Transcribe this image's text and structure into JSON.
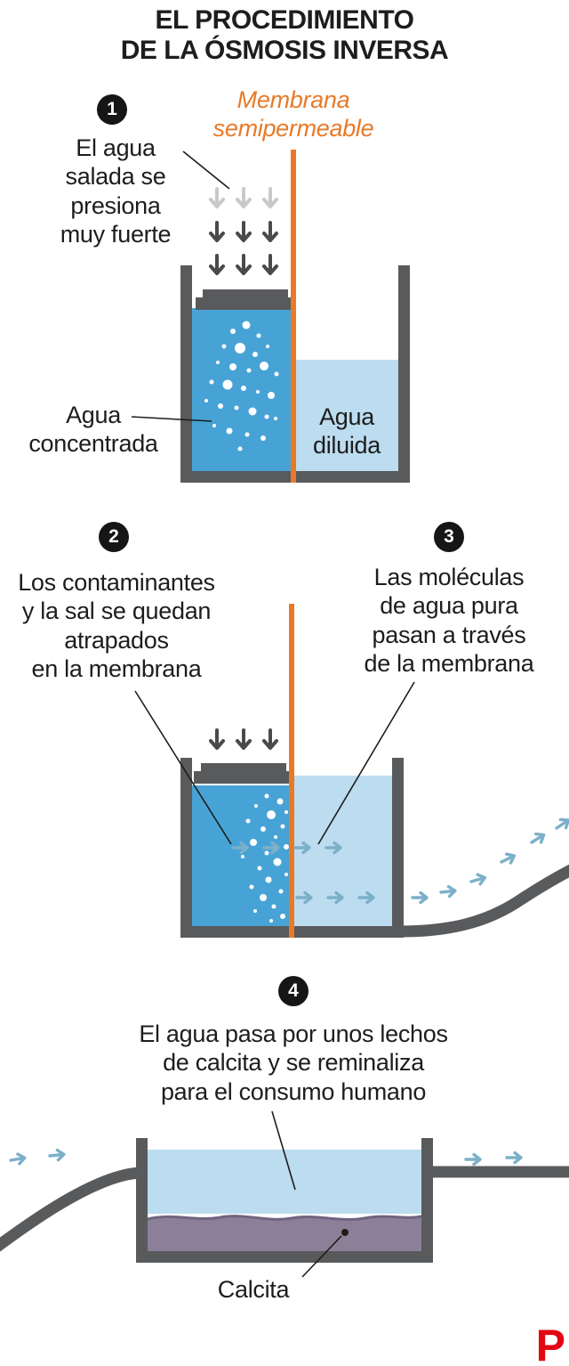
{
  "title": "EL PROCEDIMIENTO\nDE LA ÓSMOSIS INVERSA",
  "membrane_label": "Membrana\nsemipermeable",
  "steps": {
    "1": {
      "number": "1",
      "text": "El agua\nsalada se\npresiona\nmuy fuerte"
    },
    "2": {
      "number": "2",
      "text": "Los contaminantes\ny la sal se quedan\natrapados\nen la membrana"
    },
    "3": {
      "number": "3",
      "text": "Las moléculas\nde agua pura\npasan a través\nde la membrana"
    },
    "4": {
      "number": "4",
      "text": "El agua pasa por unos lechos\nde calcita y se reminaliza\npara el consumo humano"
    }
  },
  "labels": {
    "concentrated_water": "Agua\nconcentrada",
    "diluted_water": "Agua\ndiluida",
    "calcite": "Calcita"
  },
  "logo": {
    "text": "P"
  },
  "colors": {
    "tank_gray": "#595a5c",
    "water_mid": "#47a3d6",
    "water_light": "#bcdcf0",
    "membrane_orange": "#e87a27",
    "arrow_light": "#c9c9c9",
    "arrow_dark": "#4a4a4a",
    "flow_blue": "#7cb0c9",
    "calcite": "#8c8099",
    "calcite_line": "#6f6480",
    "logo_red": "#e30613",
    "text": "#1d1d1b"
  }
}
